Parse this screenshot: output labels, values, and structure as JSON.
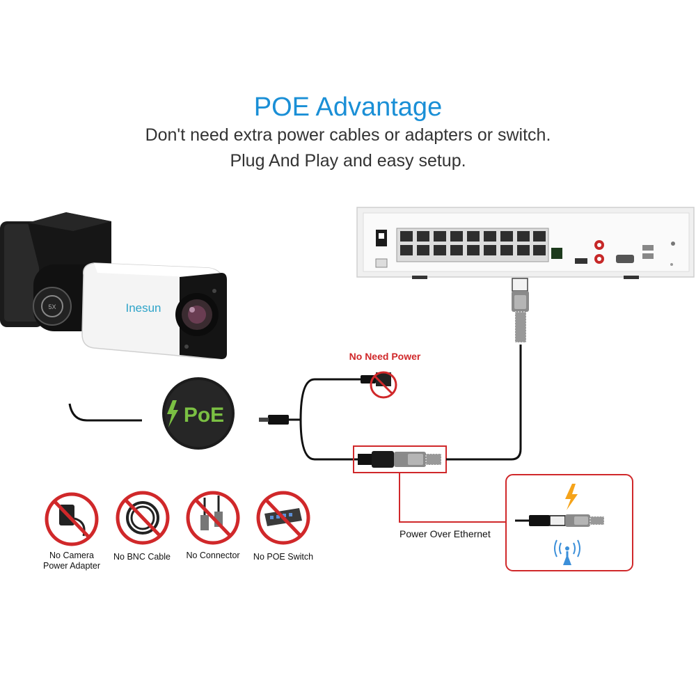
{
  "colors": {
    "title": "#1a8fd6",
    "accent_red": "#d0282a",
    "poe_green": "#7bc043",
    "bolt_orange": "#f5a31a",
    "antenna_blue": "#3b8fd9"
  },
  "header": {
    "title": "POE Advantage",
    "line1": "Don't need extra power cables or adapters or switch.",
    "line2": "Plug And Play and easy setup."
  },
  "camera": {
    "brand": "Inesun",
    "icon": "ptz-bullet-camera-icon"
  },
  "poe_badge": {
    "text": "PoE",
    "icon": "poe-lightning-icon"
  },
  "splitter": {
    "no_power_label": "No Need Power",
    "poe_label": "Power Over Ethernet"
  },
  "nvr": {
    "icon": "nvr-rear-panel-icon"
  },
  "no_items": [
    {
      "line1": "No Camera",
      "line2": "Power Adapter",
      "icon": "power-adapter-icon"
    },
    {
      "line1": "No BNC Cable",
      "line2": "",
      "icon": "bnc-cable-icon"
    },
    {
      "line1": "No Connector",
      "line2": "",
      "icon": "bnc-connector-icon"
    },
    {
      "line1": "No POE Switch",
      "line2": "",
      "icon": "poe-switch-icon"
    }
  ]
}
